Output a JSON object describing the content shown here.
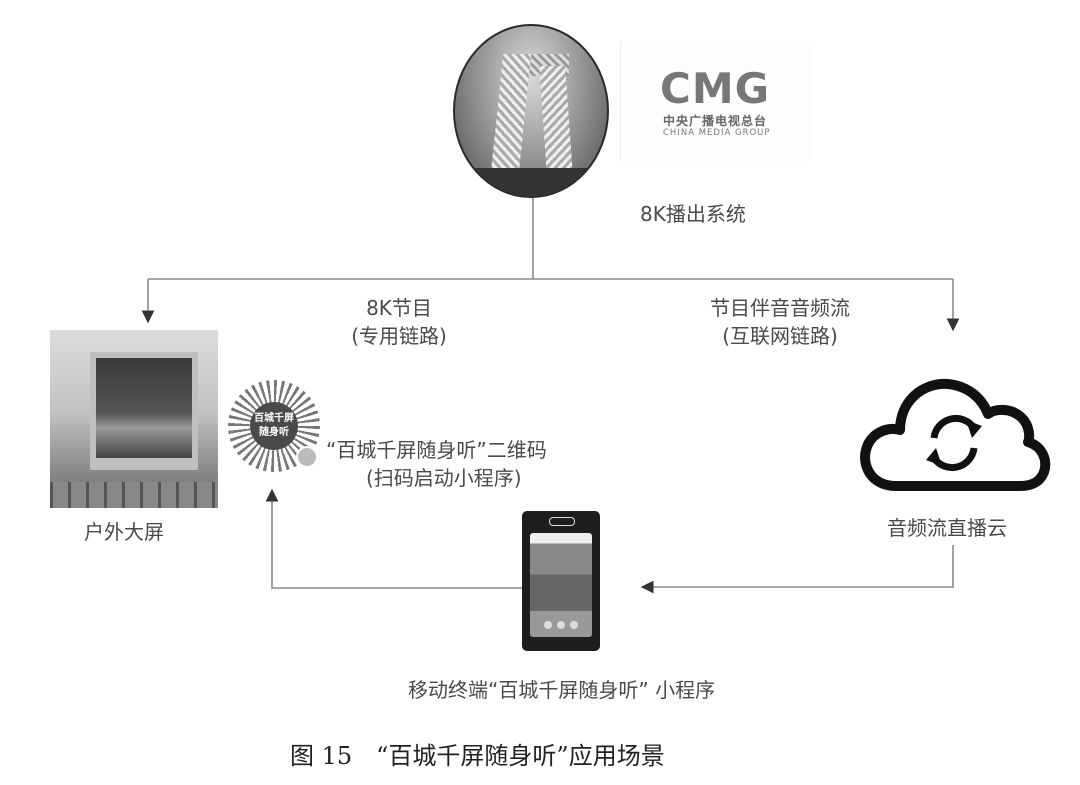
{
  "diagram": {
    "source": {
      "logo_text": "CMG",
      "logo_cn": "中央广播电视总台",
      "logo_en": "CHINA MEDIA GROUP",
      "label": "8K播出系统"
    },
    "branches": {
      "left": {
        "line1": "8K节目",
        "line2": "(专用链路)"
      },
      "right": {
        "line1": "节目伴音音频流",
        "line2": "(互联网链路)"
      }
    },
    "nodes": {
      "outdoor_screen": {
        "label": "户外大屏"
      },
      "qr_code": {
        "label_line1": "“百城千屏随身听”二维码",
        "label_line2": "(扫码启动小程序)",
        "center_line1": "百城千屏",
        "center_line2": "随身听"
      },
      "cloud": {
        "label": "音频流直播云",
        "icon": "cloud-sync-icon"
      },
      "mobile": {
        "label": "移动终端“百城千屏随身听” 小程序"
      }
    },
    "caption": "图 15　“百城千屏随身听”应用场景"
  }
}
